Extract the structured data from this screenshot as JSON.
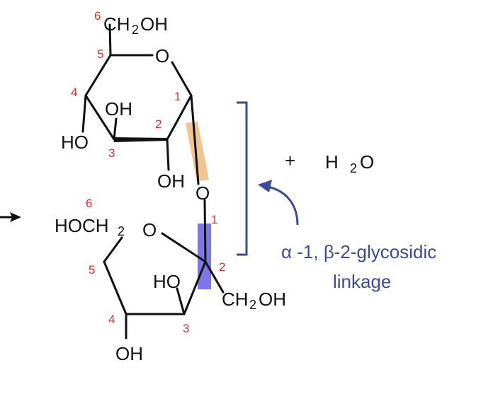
{
  "glucose": {
    "c6_group": "CH",
    "c6_sub": "2",
    "c6_oh": "OH",
    "ring_oxygen": "O",
    "oh_c3": "OH",
    "oh_c4": "HO",
    "oh_c2": "OH",
    "numbers": [
      "6",
      "5",
      "4",
      "1",
      "2",
      "3"
    ]
  },
  "bridge_oxygen": "O",
  "fructose": {
    "c6_group": "HOCH",
    "c6_sub": "2",
    "ring_oxygen": "O",
    "oh_c3": "HO",
    "c1_group": "CH",
    "c1_sub": "2",
    "c1_oh": "OH",
    "oh_c4": "OH",
    "numbers": [
      "6",
      "1",
      "5",
      "2",
      "4",
      "3"
    ]
  },
  "products": {
    "plus": "+",
    "water_h": "H",
    "water_sub": "2",
    "water_o": "O"
  },
  "annotation": {
    "line1": "α -1, β-2-glycosidic",
    "line2": "linkage"
  },
  "colors": {
    "alpha_highlight": "#f2c48f",
    "beta_highlight": "#7b76ea",
    "bracket": "#3a4aa0",
    "numbers": "#d8322c"
  },
  "icons": [
    "reaction-arrow-icon",
    "curved-arrow-icon",
    "bracket-icon"
  ]
}
